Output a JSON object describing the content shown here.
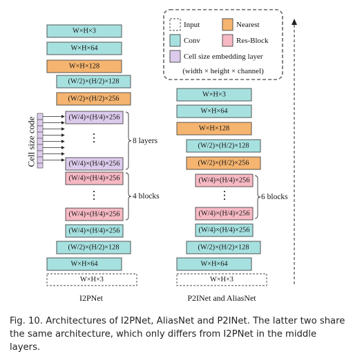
{
  "colors": {
    "conv": "#a6e1e0",
    "nearest": "#f5b46f",
    "res_block": "#f6b9c4",
    "cell_embed": "#dccbec",
    "input_fill": "#ffffff",
    "stroke": "#444444",
    "legend_border": "#666666",
    "dashed_arrow": "#222222"
  },
  "legend": {
    "items": [
      {
        "label": "Input",
        "type": "input"
      },
      {
        "label": "Nearest",
        "type": "nearest"
      },
      {
        "label": "Conv",
        "type": "conv"
      },
      {
        "label": "Res-Block",
        "type": "res_block"
      },
      {
        "label": "Cell size embedding layer",
        "type": "cell_embed"
      }
    ],
    "note": "(width × height × channel)"
  },
  "i2pnet": {
    "title": "I2PNet",
    "side_label": "Cell size code",
    "cell_groups": 8,
    "layers": [
      {
        "text": "W×H×3",
        "type": "conv"
      },
      {
        "text": "W×H×64",
        "type": "conv"
      },
      {
        "text": "W×H×128",
        "type": "nearest"
      },
      {
        "text": "(W/2)×(H/2)×128",
        "type": "conv"
      },
      {
        "text": "(W/2)×(H/2)×256",
        "type": "nearest"
      },
      {
        "text": "(W/4)×(H/4)×256",
        "type": "cell_embed"
      },
      {
        "text": "(W/4)×(H/4)×256",
        "type": "cell_embed"
      },
      {
        "text": "(W/4)×(H/4)×256",
        "type": "res_block"
      },
      {
        "text": "(W/4)×(H/4)×256",
        "type": "res_block"
      },
      {
        "text": "(W/4)×(H/4)×256",
        "type": "conv"
      },
      {
        "text": "(W/2)×(H/2)×128",
        "type": "conv"
      },
      {
        "text": "W×H×64",
        "type": "conv"
      },
      {
        "text": "W×H×3",
        "type": "input"
      }
    ],
    "brackets": [
      {
        "label": "8 layers"
      },
      {
        "label": "4 blocks"
      }
    ]
  },
  "p2inet": {
    "title": "P2INet and AliasNet",
    "layers": [
      {
        "text": "W×H×3",
        "type": "conv"
      },
      {
        "text": "W×H×64",
        "type": "conv"
      },
      {
        "text": "W×H×128",
        "type": "nearest"
      },
      {
        "text": "(W/2)×(H/2)×128",
        "type": "conv"
      },
      {
        "text": "(W/2)×(H/2)×256",
        "type": "nearest"
      },
      {
        "text": "(W/4)×(H/4)×256",
        "type": "res_block"
      },
      {
        "text": "(W/4)×(H/4)×256",
        "type": "res_block"
      },
      {
        "text": "(W/4)×(H/4)×256",
        "type": "conv"
      },
      {
        "text": "(W/2)×(H/2)×128",
        "type": "conv"
      },
      {
        "text": "W×H×64",
        "type": "conv"
      },
      {
        "text": "W×H×3",
        "type": "input"
      }
    ],
    "brackets": [
      {
        "label": "6 blocks"
      }
    ]
  },
  "ellipsis": "⋮",
  "caption": "Fig. 10.  Architectures of I2PNet, AliasNet and P2INet. The latter two share the same architecture, which only differs from I2PNet in the middle layers."
}
